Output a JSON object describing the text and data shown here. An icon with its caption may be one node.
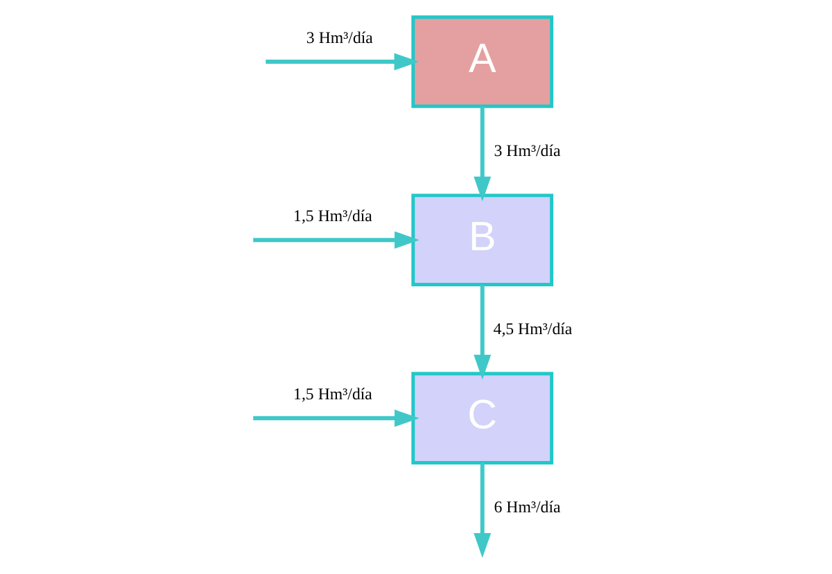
{
  "diagram": {
    "nodes": [
      {
        "text": [
          "A"
        ]
      },
      {
        "text": [
          "B"
        ]
      },
      {
        "text": [
          "C"
        ]
      }
    ],
    "edges": [
      {
        "from": null,
        "to": 0,
        "arrow": "to",
        "label": "3 Hm³/día"
      },
      {
        "from": 0,
        "to": 1,
        "arrow": "to",
        "label": "3 Hm³/día"
      },
      {
        "from": null,
        "to": 1,
        "arrow": "to",
        "label": "1,5 Hm³/día"
      },
      {
        "from": 1,
        "to": 2,
        "arrow": "to",
        "label": "4,5 Hm³/día"
      },
      {
        "from": null,
        "to": 2,
        "arrow": "to",
        "label": "1,5 Hm³/día"
      },
      {
        "from": 2,
        "to": null,
        "arrow": "to",
        "label": "6 Hm³/día"
      }
    ]
  }
}
